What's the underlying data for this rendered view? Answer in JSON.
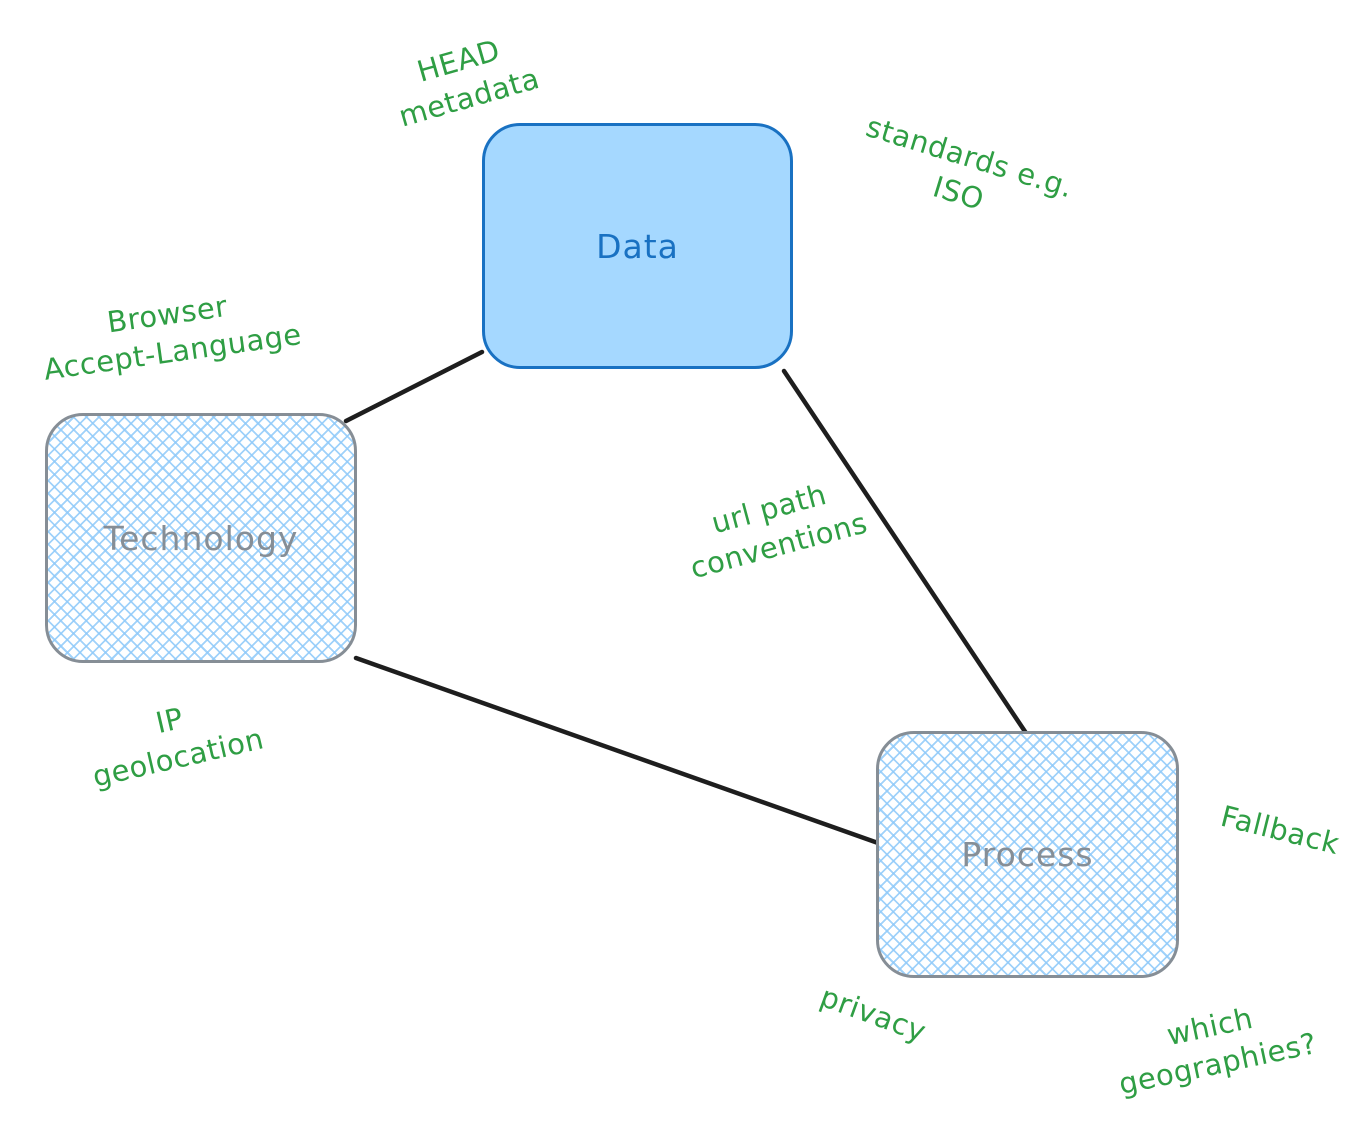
{
  "diagram": {
    "nodes": [
      {
        "id": "data",
        "label": "Data",
        "style": "solid-blue"
      },
      {
        "id": "technology",
        "label": "Technology",
        "style": "cross-hatch"
      },
      {
        "id": "process",
        "label": "Process",
        "style": "cross-hatch"
      }
    ],
    "connectors": [
      {
        "id": "technology-data",
        "from": "technology",
        "to": "data"
      },
      {
        "id": "data-process",
        "from": "data",
        "to": "process"
      },
      {
        "id": "technology-process",
        "from": "technology",
        "to": "process"
      }
    ],
    "annotations": [
      {
        "id": "head-metadata",
        "text": "HEAD\nmetadata"
      },
      {
        "id": "standards-iso",
        "text": "standards e.g.\nISO"
      },
      {
        "id": "browser-accept-language",
        "text": "Browser\nAccept-Language"
      },
      {
        "id": "url-path-conventions",
        "text": "url path\nconventions"
      },
      {
        "id": "ip-geolocation",
        "text": "IP\ngeolocation"
      },
      {
        "id": "fallback",
        "text": "Fallback"
      },
      {
        "id": "privacy",
        "text": "privacy"
      },
      {
        "id": "which-geographies",
        "text": "which\ngeographies?"
      }
    ],
    "colors": {
      "annotation_green": "#2f9e44",
      "node_blue_stroke": "#1971c2",
      "node_blue_fill": "#a5d8ff",
      "node_gray_stroke": "#868e96",
      "node_gray_text": "#868e96",
      "hatch_blue": "#90caf9",
      "connector_black": "#1e1e1e"
    }
  }
}
